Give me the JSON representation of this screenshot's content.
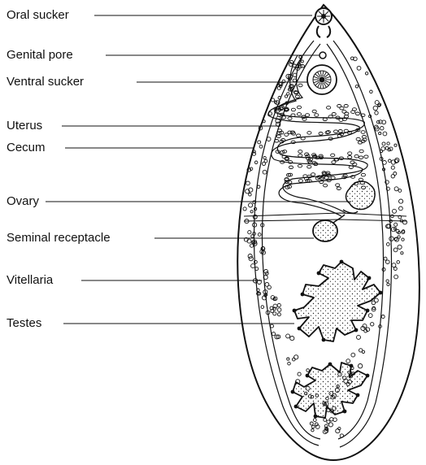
{
  "labels": {
    "oral_sucker": "Oral sucker",
    "genital_pore": "Genital pore",
    "ventral_sucker": "Ventral sucker",
    "uterus": "Uterus",
    "cecum": "Cecum",
    "ovary": "Ovary",
    "seminal_receptacle": "Seminal receptacle",
    "vitellaria": "Vitellaria",
    "testes": "Testes"
  }
}
